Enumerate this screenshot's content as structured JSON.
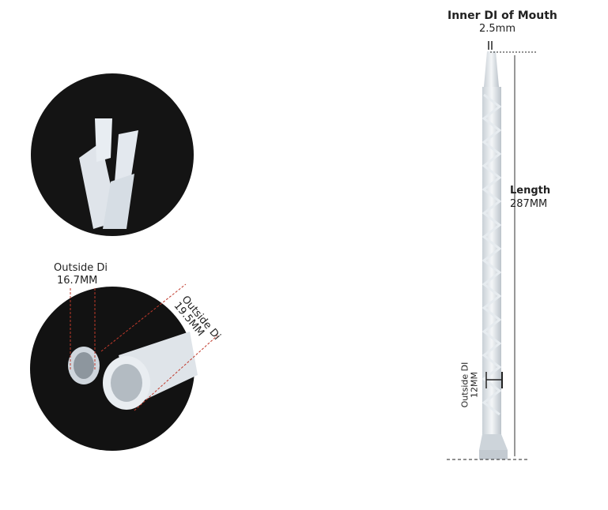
{
  "labels": {
    "mouth_title": "Inner DI of Mouth",
    "mouth_value": "2.5mm",
    "length_title": "Length",
    "length_value": "287MM",
    "outside_small_title": "Outside DI",
    "outside_small_value": "12MM",
    "outside_a_title": "Outside Di",
    "outside_a_value": "16.7MM",
    "outside_b_title": "Outside Di",
    "outside_b_value": "19.5MM"
  }
}
